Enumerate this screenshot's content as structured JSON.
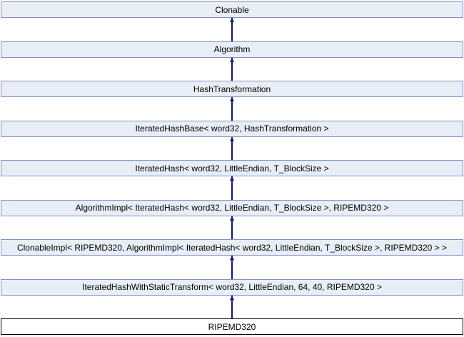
{
  "diagram": {
    "title": "RIPEMD320 class inheritance diagram",
    "type": "class-inheritance",
    "colors": {
      "background": "#ffffff",
      "node_fill": "#e8edf6",
      "node_border": "#8095c5",
      "current_node_fill": "#ffffff",
      "current_node_border": "#000000",
      "arrow_color": "#191970",
      "text_color": "#000000"
    },
    "arrow_direction": "up",
    "nodes": [
      {
        "label": "Clonable",
        "current": false
      },
      {
        "label": "Algorithm",
        "current": false
      },
      {
        "label": "HashTransformation",
        "current": false
      },
      {
        "label": "IteratedHashBase< word32, HashTransformation >",
        "current": false
      },
      {
        "label": "IteratedHash< word32, LittleEndian, T_BlockSize >",
        "current": false
      },
      {
        "label": "AlgorithmImpl< IteratedHash< word32, LittleEndian, T_BlockSize >, RIPEMD320 >",
        "current": false
      },
      {
        "label": "ClonableImpl< RIPEMD320, AlgorithmImpl< IteratedHash< word32, LittleEndian, T_BlockSize >, RIPEMD320 > >",
        "current": false
      },
      {
        "label": "IteratedHashWithStaticTransform< word32, LittleEndian, 64, 40, RIPEMD320 >",
        "current": false
      },
      {
        "label": "RIPEMD320",
        "current": true
      }
    ]
  }
}
